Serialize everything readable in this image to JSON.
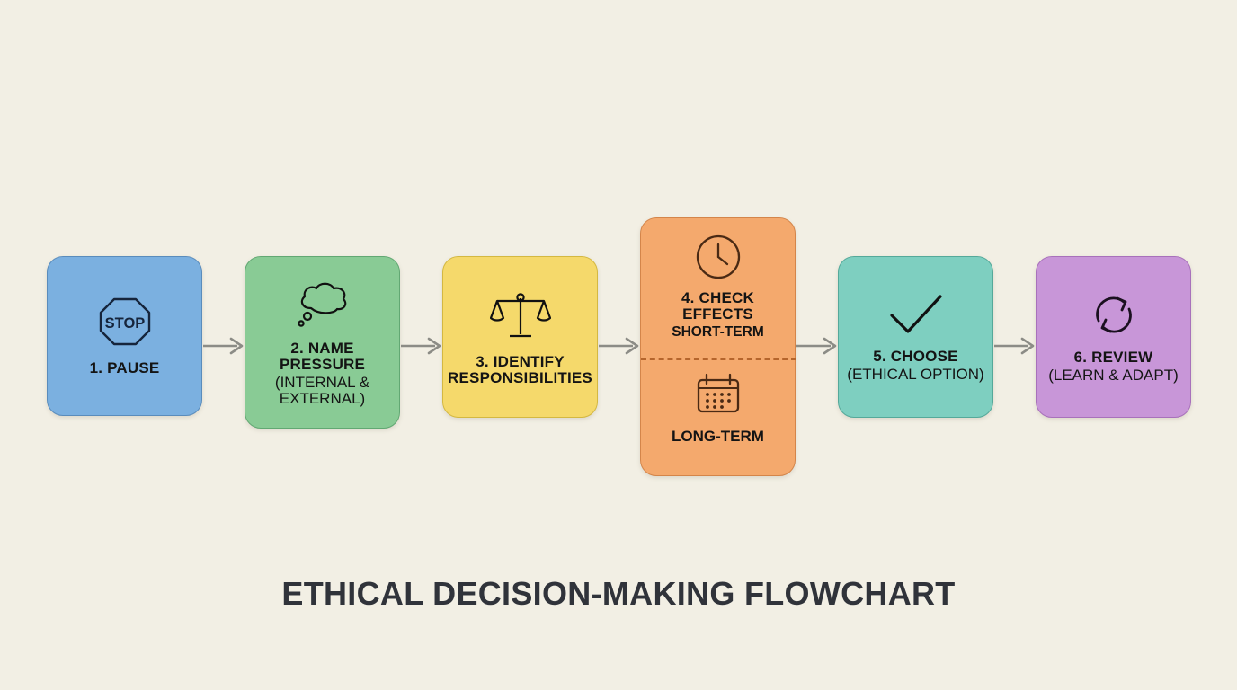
{
  "title": "ETHICAL DECISION-MAKING FLOWCHART",
  "background_color": "#F2EFE4",
  "diagram": {
    "type": "flowchart",
    "orientation": "horizontal",
    "nodes": [
      {
        "id": "pause",
        "label": "1. PAUSE",
        "sublabel": "",
        "icon": "stop-sign-icon",
        "icon_text": "STOP",
        "fill": "#7BB0E0",
        "stroke": "#5A8CBC"
      },
      {
        "id": "name-pressure",
        "label": "2. NAME PRESSURE",
        "sublabel": "(INTERNAL & EXTERNAL)",
        "icon": "thought-bubble-icon",
        "fill": "#89CB95",
        "stroke": "#62A873"
      },
      {
        "id": "identify-responsibilities",
        "label": "3. IDENTIFY RESPONSIBILITIES",
        "sublabel": "",
        "icon": "balance-scales-icon",
        "fill": "#F5D96B",
        "stroke": "#D4B841"
      },
      {
        "id": "check-effects",
        "label": "4. CHECK EFFECTS",
        "sublabel": "SHORT-TERM",
        "bottom_label": "LONG-TERM",
        "icon": "clock-icon",
        "bottom_icon": "calendar-icon",
        "fill": "#F4A96D",
        "stroke": "#D4854A",
        "divider": "dashed"
      },
      {
        "id": "choose",
        "label": "5. CHOOSE",
        "sublabel": "(ETHICAL OPTION)",
        "icon": "checkmark-icon",
        "fill": "#7ECFC0",
        "stroke": "#55A99A"
      },
      {
        "id": "review",
        "label": "6. REVIEW",
        "sublabel": "(LEARN & ADAPT)",
        "icon": "refresh-cycle-icon",
        "fill": "#C896D8",
        "stroke": "#A871BB"
      }
    ],
    "connectors": [
      {
        "from": "pause",
        "to": "name-pressure",
        "style": "arrow",
        "color": "#8C8C86"
      },
      {
        "from": "name-pressure",
        "to": "identify-responsibilities",
        "style": "arrow",
        "color": "#8C8C86"
      },
      {
        "from": "identify-responsibilities",
        "to": "check-effects",
        "style": "arrow",
        "color": "#8C8C86"
      },
      {
        "from": "check-effects",
        "to": "choose",
        "style": "arrow",
        "color": "#8C8C86"
      },
      {
        "from": "choose",
        "to": "review",
        "style": "arrow",
        "color": "#8C8C86"
      }
    ]
  }
}
